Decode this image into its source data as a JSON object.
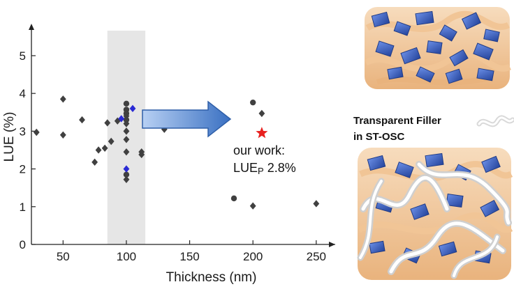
{
  "chart_data": {
    "type": "scatter",
    "xlabel": "Thickness (nm)",
    "ylabel": "LUE (%)",
    "xlim": [
      25,
      265
    ],
    "ylim": [
      0,
      5.7
    ],
    "xticks": [
      50,
      100,
      150,
      200,
      250
    ],
    "yticks": [
      0,
      1,
      2,
      3,
      4,
      5
    ],
    "grid": false,
    "highlight_band": {
      "x_range": [
        85,
        115
      ],
      "color": "#e6e6e6"
    },
    "series": [
      {
        "marker": "diamond",
        "color": "#404040",
        "points": [
          {
            "x": 29,
            "y": 2.97
          },
          {
            "x": 50,
            "y": 3.85
          },
          {
            "x": 50,
            "y": 2.9
          },
          {
            "x": 65,
            "y": 3.3
          },
          {
            "x": 75,
            "y": 2.18
          },
          {
            "x": 78,
            "y": 2.5
          },
          {
            "x": 83,
            "y": 2.55
          },
          {
            "x": 85,
            "y": 3.22
          },
          {
            "x": 88,
            "y": 2.73
          },
          {
            "x": 93,
            "y": 3.27
          },
          {
            "x": 100,
            "y": 3.4
          },
          {
            "x": 100,
            "y": 3.2
          },
          {
            "x": 100,
            "y": 3.0
          },
          {
            "x": 100,
            "y": 2.78
          },
          {
            "x": 100,
            "y": 2.45
          },
          {
            "x": 112,
            "y": 2.45
          },
          {
            "x": 112,
            "y": 2.38
          },
          {
            "x": 130,
            "y": 3.05
          },
          {
            "x": 207,
            "y": 3.47
          },
          {
            "x": 200,
            "y": 1.02
          },
          {
            "x": 250,
            "y": 1.08
          },
          {
            "x": 100,
            "y": 1.72
          }
        ]
      },
      {
        "marker": "circle",
        "color": "#404040",
        "points": [
          {
            "x": 100,
            "y": 3.73
          },
          {
            "x": 100,
            "y": 3.57
          },
          {
            "x": 100,
            "y": 3.47
          },
          {
            "x": 100,
            "y": 3.3
          },
          {
            "x": 100,
            "y": 1.85
          },
          {
            "x": 200,
            "y": 3.76
          },
          {
            "x": 185,
            "y": 1.22
          }
        ]
      },
      {
        "marker": "diamond",
        "color": "#2a2ad4",
        "points": [
          {
            "x": 105,
            "y": 3.6
          },
          {
            "x": 96,
            "y": 3.33
          },
          {
            "x": 100,
            "y": 2.0
          }
        ]
      }
    ],
    "highlight_point": {
      "x": 207,
      "y": 2.95,
      "marker": "star",
      "color": "#e8201e"
    },
    "annotation": {
      "line1": "our work:",
      "line2_main": "LUE",
      "line2_sub": "P",
      "line2_value": " 2.8%"
    }
  },
  "side_panel": {
    "label_line1": "Transparent Filler",
    "label_line2": "in ST-OSC"
  },
  "colors": {
    "arrow_light": "#a9c6ef",
    "arrow_dark": "#3a70c2",
    "arrow_stroke": "#2f5fa8",
    "peach": "#f1c596",
    "blue": "#3d63c9",
    "white_fiber": "#eeeeee"
  }
}
